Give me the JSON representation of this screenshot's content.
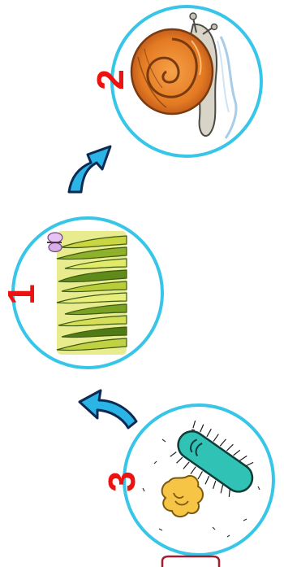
{
  "stages": [
    {
      "number": "2",
      "subject": "snail-icon"
    },
    {
      "number": "1",
      "subject": "grass-icon"
    },
    {
      "number": "3",
      "subject": "bacteria-icon"
    }
  ],
  "colors": {
    "circle_border": "#38c6e8",
    "number": "#ee1111",
    "arrow_fill": "#2bb4e6",
    "arrow_stroke": "#0d2a52",
    "bottom_tab": "#a21e2e"
  }
}
